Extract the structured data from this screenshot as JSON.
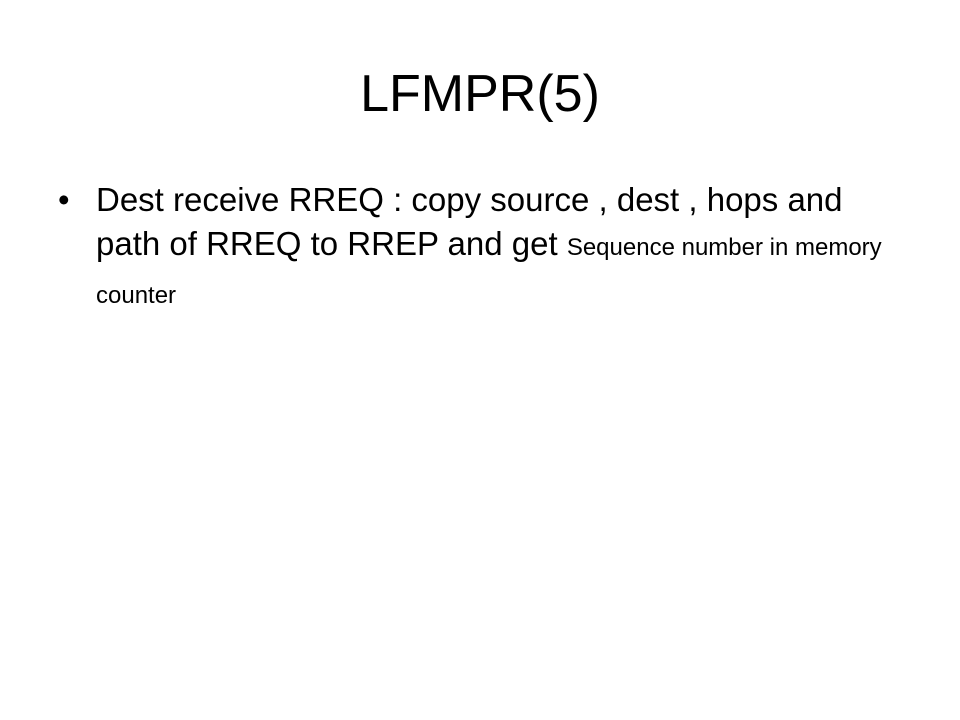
{
  "slide": {
    "title": "LFMPR(5)",
    "bullets": [
      {
        "marker": "•",
        "text_large": "Dest receive RREQ : copy source , dest , hops and path of RREQ to RREP and get ",
        "text_small": "Sequence number in memory counter"
      }
    ]
  }
}
